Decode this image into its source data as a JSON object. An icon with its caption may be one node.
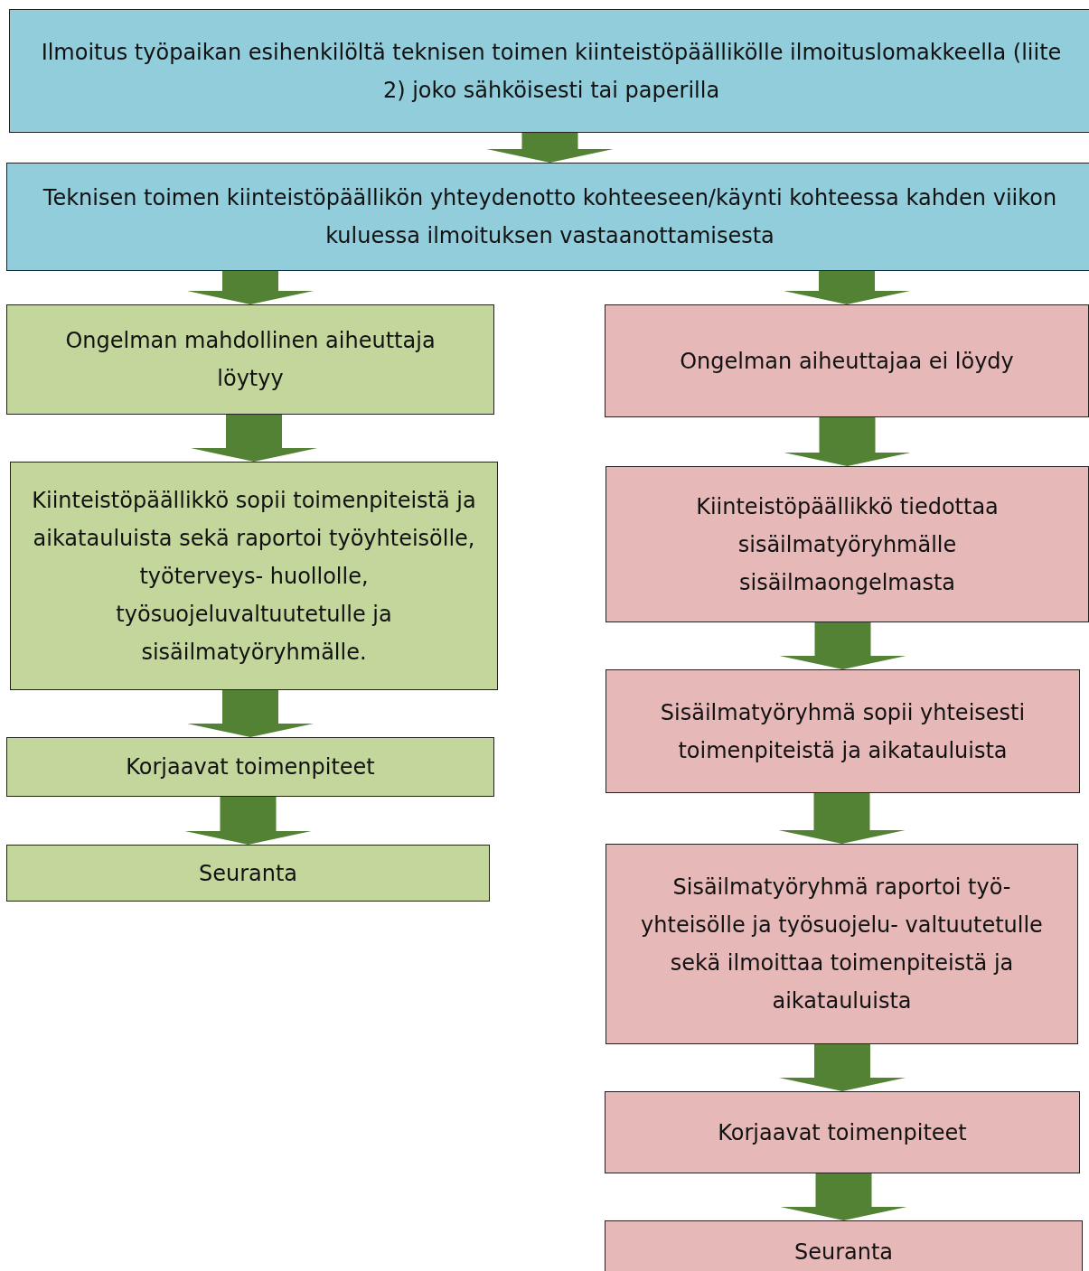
{
  "diagram": {
    "nodes": [
      {
        "text": [
          "Ilmoitus työpaikan esihenkilöltä teknisen toimen kiinteistöpäällikölle ilmoituslomakkeella (liite 2) joko sähköisesti tai paperilla"
        ]
      },
      {
        "text": [
          "Teknisen toimen kiinteistöpäällikön yhteydenotto kohteeseen/käynti kohteessa kahden viikon kuluessa ilmoituksen vastaanottamisesta"
        ]
      },
      {
        "text": [
          "Ongelman mahdollinen aiheuttaja löytyy"
        ]
      },
      {
        "text": [
          "Kiinteistöpäällikkö sopii toimenpiteistä ja aikatauluista sekä raportoi työyhteisölle, työterveys- huollolle, työsuojeluvaltuutetulle ja sisäilmatyöryhmälle."
        ]
      },
      {
        "text": [
          "Korjaavat toimenpiteet"
        ]
      },
      {
        "text": [
          "Seuranta"
        ]
      },
      {
        "text": [
          "Ongelman aiheuttajaa ei löydy"
        ]
      },
      {
        "text": [
          "Kiinteistöpäällikkö tiedottaa sisäilmatyöryhmälle sisäilmaongelmasta"
        ]
      },
      {
        "text": [
          "Sisäilmatyöryhmä sopii yhteisesti toimenpiteistä ja aikatauluista"
        ]
      },
      {
        "text": [
          "Sisäilmatyöryhmä raportoi työ- yhteisölle ja työsuojelu- valtuutetulle sekä ilmoittaa toimenpiteistä ja aikatauluista"
        ]
      },
      {
        "text": [
          "Korjaavat toimenpiteet"
        ]
      },
      {
        "text": [
          "Seuranta"
        ]
      }
    ],
    "edges": [
      {
        "from": 0,
        "to": 1,
        "arrow": "to"
      },
      {
        "from": 1,
        "to": 2,
        "arrow": "to"
      },
      {
        "from": 1,
        "to": 6,
        "arrow": "to"
      },
      {
        "from": 2,
        "to": 3,
        "arrow": "to"
      },
      {
        "from": 3,
        "to": 4,
        "arrow": "to"
      },
      {
        "from": 4,
        "to": 5,
        "arrow": "to"
      },
      {
        "from": 6,
        "to": 7,
        "arrow": "to"
      },
      {
        "from": 7,
        "to": 8,
        "arrow": "to"
      },
      {
        "from": 8,
        "to": 9,
        "arrow": "to"
      },
      {
        "from": 9,
        "to": 10,
        "arrow": "to"
      },
      {
        "from": 10,
        "to": 11,
        "arrow": "to"
      }
    ]
  }
}
